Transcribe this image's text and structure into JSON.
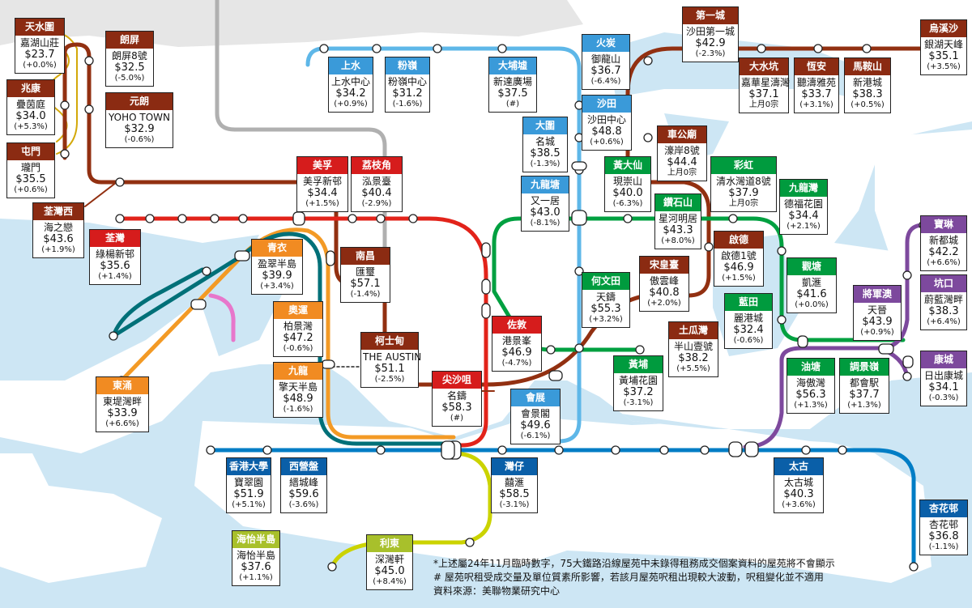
{
  "colors": {
    "sea": "#cde6f4",
    "land": "#ffffff",
    "greyland": "#e6e6e6",
    "east_rail": "#5eb7e8",
    "tuen_ma": "#923011",
    "tsuen_wan": "#e2231a",
    "kwun_tong": "#00a040",
    "island": "#007dc5",
    "south_island": "#cbd300",
    "tung_chung": "#f39a25",
    "airport": "#007078",
    "tseung_kwan_o": "#7d499d",
    "disney": "#e777cb",
    "light_rail": "#d3a809",
    "reserve": "#b0b0b0",
    "hd_brown": "#8b2b12",
    "hd_red": "#d61c1c",
    "hd_blue": "#3a9ad9",
    "hd_green": "#009b3e",
    "hd_orange": "#f18b22",
    "hd_teal": "#1a7f86",
    "hd_purple": "#7d499d",
    "hd_lime": "#a8c02b",
    "hd_darkblue": "#0a5fa8"
  },
  "stations": [
    {
      "key": "tin_shui_wai",
      "color": "hd_brown",
      "district": "天水圍",
      "estate": "嘉湖山莊",
      "price": "$23.7",
      "change": "(+0.0%)"
    },
    {
      "key": "long_ping",
      "color": "hd_brown",
      "district": "朗屏",
      "estate": "朗屏8號",
      "price": "$32.5",
      "change": "(-5.0%)"
    },
    {
      "key": "siu_hong",
      "color": "hd_brown",
      "district": "兆康",
      "estate": "疊茵庭",
      "price": "$34.0",
      "change": "(+5.3%)"
    },
    {
      "key": "yuen_long",
      "color": "hd_brown",
      "district": "元朗",
      "estate": "YOHO TOWN",
      "price": "$32.9",
      "change": "(-0.6%)"
    },
    {
      "key": "tuen_mun",
      "color": "hd_brown",
      "district": "屯門",
      "estate": "瓏門",
      "price": "$35.5",
      "change": "(+0.6%)"
    },
    {
      "key": "tsuen_wan_west",
      "color": "hd_brown",
      "district": "荃灣西",
      "estate": "海之戀",
      "price": "$43.6",
      "change": "(+1.9%)"
    },
    {
      "key": "tsuen_wan",
      "color": "hd_red",
      "district": "荃灣",
      "estate": "綠楊新邨",
      "price": "$35.6",
      "change": "(+1.4%)"
    },
    {
      "key": "mei_foo",
      "color": "hd_red",
      "district": "美孚",
      "estate": "美孚新邨",
      "price": "$34.4",
      "change": "(+1.5%)"
    },
    {
      "key": "lai_chi_kok",
      "color": "hd_red",
      "district": "荔枝角",
      "estate": "泓景臺",
      "price": "$40.4",
      "change": "(-2.9%)"
    },
    {
      "key": "sheung_shui",
      "color": "hd_blue",
      "district": "上水",
      "estate": "上水中心",
      "price": "$34.2",
      "change": "(+0.9%)"
    },
    {
      "key": "fanling",
      "color": "hd_blue",
      "district": "粉嶺",
      "estate": "粉嶺中心",
      "price": "$31.2",
      "change": "(-1.6%)"
    },
    {
      "key": "tai_po",
      "color": "hd_blue",
      "district": "大埔墟",
      "estate": "新達廣場",
      "price": "$37.5",
      "change": "(#)"
    },
    {
      "key": "fo_tan",
      "color": "hd_blue",
      "district": "火炭",
      "estate": "御龍山",
      "price": "$36.7",
      "change": "(-6.4%)"
    },
    {
      "key": "sha_tin",
      "color": "hd_blue",
      "district": "沙田",
      "estate": "沙田中心",
      "price": "$48.8",
      "change": "(+0.6%)"
    },
    {
      "key": "city_one",
      "color": "hd_brown",
      "district": "第一城",
      "estate": "沙田第一城",
      "price": "$42.9",
      "change": "(-2.3%)"
    },
    {
      "key": "wu_kai_sha",
      "color": "hd_brown",
      "district": "烏溪沙",
      "estate": "銀湖天峰",
      "price": "$35.1",
      "change": "(+3.5%)"
    },
    {
      "key": "tai_shui_hang",
      "color": "hd_brown",
      "district": "大水坑",
      "estate": "嘉華星濤灣",
      "price": "$37.1",
      "change": "上月0宗"
    },
    {
      "key": "heng_on",
      "color": "hd_brown",
      "district": "恆安",
      "estate": "聽濤雅苑",
      "price": "$33.7",
      "change": "(+3.1%)"
    },
    {
      "key": "ma_on_shan",
      "color": "hd_brown",
      "district": "馬鞍山",
      "estate": "新港城",
      "price": "$38.3",
      "change": "(+0.5%)"
    },
    {
      "key": "tai_wai",
      "color": "hd_blue",
      "district": "大圍",
      "estate": "名城",
      "price": "$38.5",
      "change": "(-1.3%)"
    },
    {
      "key": "che_kung_temple",
      "color": "hd_brown",
      "district": "車公廟",
      "estate": "濠岸8號",
      "price": "$44.4",
      "change": "上月0宗"
    },
    {
      "key": "wong_tai_sin",
      "color": "hd_green",
      "district": "黃大仙",
      "estate": "現崇山",
      "price": "$40.0",
      "change": "(-6.3%)"
    },
    {
      "key": "choi_hung",
      "color": "hd_green",
      "district": "彩虹",
      "estate": "清水灣道8號",
      "price": "$37.9",
      "change": "上月0宗"
    },
    {
      "key": "kowloon_tong",
      "color": "hd_blue",
      "district": "九龍塘",
      "estate": "又一居",
      "price": "$43.0",
      "change": "(-8.1%)"
    },
    {
      "key": "diamond_hill",
      "color": "hd_green",
      "district": "鑽石山",
      "estate": "星河明居",
      "price": "$43.3",
      "change": "(+8.0%)"
    },
    {
      "key": "kowloon_bay",
      "color": "hd_green",
      "district": "九龍灣",
      "estate": "德福花園",
      "price": "$34.4",
      "change": "(+2.1%)"
    },
    {
      "key": "tsing_yi",
      "color": "hd_orange",
      "district": "青衣",
      "estate": "盈翠半島",
      "price": "$39.9",
      "change": "(+3.4%)"
    },
    {
      "key": "nam_cheong",
      "color": "hd_brown",
      "district": "南昌",
      "estate": "匯璽",
      "price": "$57.1",
      "change": "(-1.4%)"
    },
    {
      "key": "kai_tak",
      "color": "hd_brown",
      "district": "啟德",
      "estate": "啟德1號",
      "price": "$46.9",
      "change": "(+1.5%)"
    },
    {
      "key": "sung_wong_toi",
      "color": "hd_brown",
      "district": "宋皇臺",
      "estate": "傲雲峰",
      "price": "$40.8",
      "change": "(+2.0%)"
    },
    {
      "key": "ho_man_tin",
      "color": "hd_green",
      "district": "何文田",
      "estate": "天鑄",
      "price": "$55.3",
      "change": "(+3.2%)"
    },
    {
      "key": "kwun_tong",
      "color": "hd_green",
      "district": "觀塘",
      "estate": "凱滙",
      "price": "$41.6",
      "change": "(+0.0%)"
    },
    {
      "key": "olympic",
      "color": "hd_orange",
      "district": "奧運",
      "estate": "柏景灣",
      "price": "$47.2",
      "change": "(-0.6%)"
    },
    {
      "key": "kowloon",
      "color": "hd_orange",
      "district": "九龍",
      "estate": "擎天半島",
      "price": "$48.9",
      "change": "(-1.6%)"
    },
    {
      "key": "austin",
      "color": "hd_brown",
      "district": "柯士甸",
      "estate": "THE AUSTIN",
      "price": "$51.1",
      "change": "(-2.5%)"
    },
    {
      "key": "jordan",
      "color": "hd_red",
      "district": "佐敦",
      "estate": "港景峯",
      "price": "$46.9",
      "change": "(-4.7%)"
    },
    {
      "key": "lam_tin",
      "color": "hd_green",
      "district": "藍田",
      "estate": "麗港城",
      "price": "$32.4",
      "change": "(-0.6%)"
    },
    {
      "key": "to_kwa_wan",
      "color": "hd_brown",
      "district": "土瓜灣",
      "estate": "半山壹號",
      "price": "$38.2",
      "change": "(+5.5%)"
    },
    {
      "key": "tsim_sha_tsui",
      "color": "hd_red",
      "district": "尖沙咀",
      "estate": "名鑄",
      "price": "$58.3",
      "change": "(#)"
    },
    {
      "key": "whampoa",
      "color": "hd_green",
      "district": "黃埔",
      "estate": "黃埔花園",
      "price": "$37.2",
      "change": "(-3.1%)"
    },
    {
      "key": "exhibition",
      "color": "hd_blue",
      "district": "會展",
      "estate": "會景閣",
      "price": "$49.6",
      "change": "(-6.1%)"
    },
    {
      "key": "yau_tong",
      "color": "hd_green",
      "district": "油塘",
      "estate": "海傲灣",
      "price": "$56.3",
      "change": "(+1.3%)"
    },
    {
      "key": "tiu_keng_leng",
      "color": "hd_green",
      "district": "調景嶺",
      "estate": "都會駅",
      "price": "$37.7",
      "change": "(+1.3%)"
    },
    {
      "key": "po_lam",
      "color": "hd_purple",
      "district": "寶琳",
      "estate": "新都城",
      "price": "$42.2",
      "change": "(+6.6%)"
    },
    {
      "key": "hang_hau",
      "color": "hd_purple",
      "district": "坑口",
      "estate": "蔚藍灣畔",
      "price": "$38.3",
      "change": "(+6.4%)"
    },
    {
      "key": "tseung_kwan_o",
      "color": "hd_purple",
      "district": "將軍澳",
      "estate": "天晉",
      "price": "$43.9",
      "change": "(+0.9%)"
    },
    {
      "key": "lohas_park",
      "color": "hd_purple",
      "district": "康城",
      "estate": "日出康城",
      "price": "$34.1",
      "change": "(-0.3%)"
    },
    {
      "key": "tung_chung",
      "color": "hd_orange",
      "district": "東涌",
      "estate": "東堤灣畔",
      "price": "$33.9",
      "change": "(+6.6%)"
    },
    {
      "key": "hku",
      "color": "hd_darkblue",
      "district": "香港大學",
      "estate": "寶翠園",
      "price": "$51.9",
      "change": "(+5.1%)"
    },
    {
      "key": "sai_ying_pun",
      "color": "hd_darkblue",
      "district": "西營盤",
      "estate": "縉城峰",
      "price": "$59.6",
      "change": "(-3.6%)"
    },
    {
      "key": "wan_chai",
      "color": "hd_darkblue",
      "district": "灣仔",
      "estate": "囍滙",
      "price": "$58.5",
      "change": "(-3.1%)"
    },
    {
      "key": "tai_koo",
      "color": "hd_darkblue",
      "district": "太古",
      "estate": "太古城",
      "price": "$40.3",
      "change": "(+3.6%)"
    },
    {
      "key": "heng_fa_chuen",
      "color": "hd_darkblue",
      "district": "杏花邨",
      "estate": "杏花邨",
      "price": "$36.8",
      "change": "(-1.1%)"
    },
    {
      "key": "south_horizons",
      "color": "hd_lime",
      "district": "海怡半島",
      "estate": "海怡半島",
      "price": "$37.6",
      "change": "(+1.1%)"
    },
    {
      "key": "lei_tung",
      "color": "hd_lime",
      "district": "利東",
      "estate": "深灣軒",
      "price": "$45.0",
      "change": "(+8.4%)"
    }
  ],
  "notes": {
    "note1": "*上述屬24年11月臨時數字，75大鐵路沿線屋苑中未錄得租務成交個案資料的屋苑將不會顯示",
    "note2": "# 屋苑呎租受成交量及單位質素所影響，若該月屋苑呎租出現較大波動，呎租變化並不適用",
    "source": "資料來源：美聯物業研究中心"
  }
}
